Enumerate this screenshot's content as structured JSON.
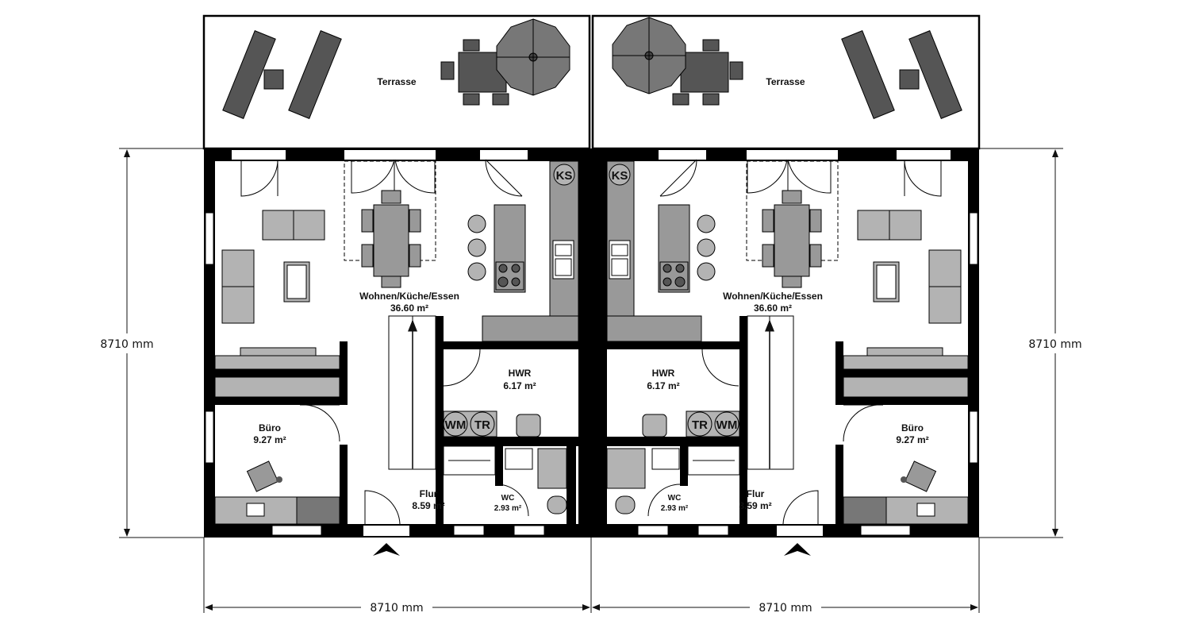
{
  "colors": {
    "wall": "#000000",
    "furniture": "#b3b3b3",
    "counter": "#999999",
    "dark": "#444444",
    "umbrella": "#777777",
    "paper": "#ffffff"
  },
  "units": {
    "left": {
      "terrace": "Terrasse",
      "living": {
        "name": "Wohnen/Küche/Essen",
        "area": "36.60 m²"
      },
      "hwr": {
        "name": "HWR",
        "area": "6.17 m²"
      },
      "office": {
        "name": "Büro",
        "area": "9.27 m²"
      },
      "hall": {
        "name": "Flur",
        "area": "8.59 m²"
      },
      "wc": {
        "name": "WC",
        "area": "2.93 m²"
      },
      "appliances": {
        "fridge": "KS",
        "washer": "WM",
        "dryer": "TR"
      }
    },
    "right": {
      "terrace": "Terrasse",
      "living": {
        "name": "Wohnen/Küche/Essen",
        "area": "36.60 m²"
      },
      "hwr": {
        "name": "HWR",
        "area": "6.17 m²"
      },
      "office": {
        "name": "Büro",
        "area": "9.27 m²"
      },
      "hall": {
        "name": "Flur",
        "area": "8.59 m²"
      },
      "wc": {
        "name": "WC",
        "area": "2.93 m²"
      },
      "appliances": {
        "fridge": "KS",
        "washer": "WM",
        "dryer": "TR"
      }
    }
  },
  "dimensions": {
    "left_height": "8710 mm",
    "right_height": "8710 mm",
    "bottom_left_width": "8710 mm",
    "bottom_right_width": "8710 mm"
  },
  "icons": {
    "entrance": "entrance-arrow-icon",
    "fridge": "fridge-icon",
    "washer": "washing-machine-icon",
    "dryer": "dryer-icon",
    "umbrella": "parasol-icon"
  }
}
